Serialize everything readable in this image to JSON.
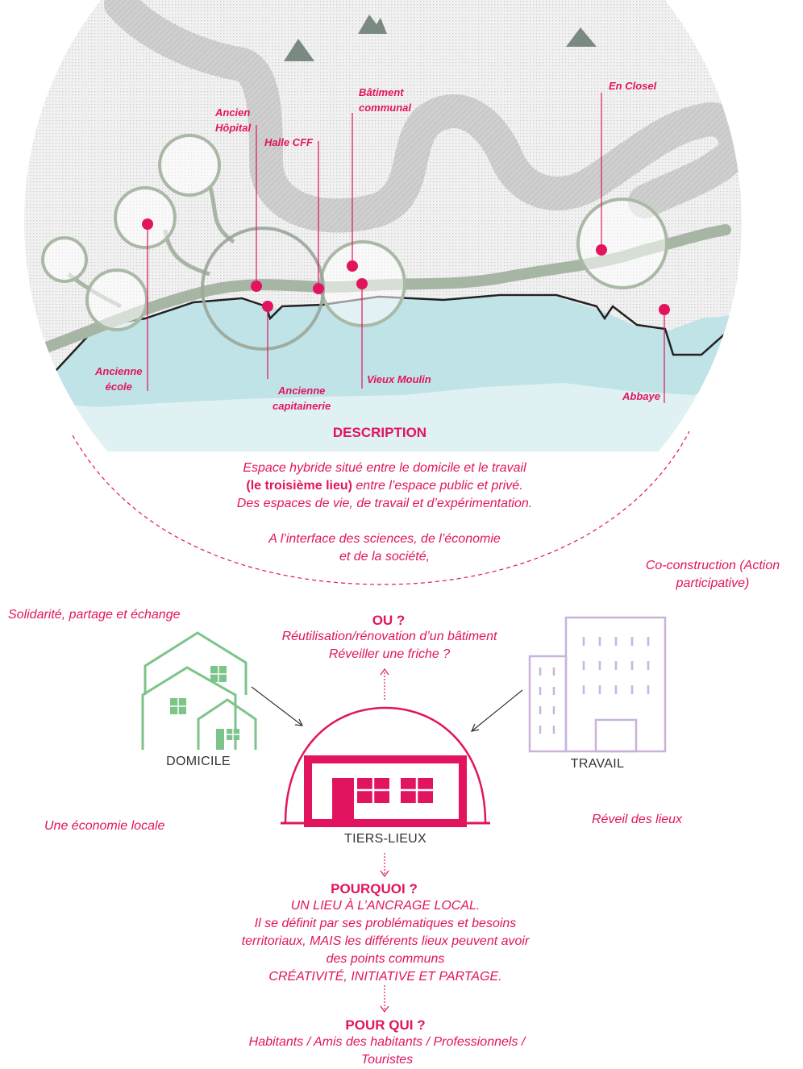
{
  "map": {
    "sites": [
      {
        "label": "Ancien Hôpital",
        "lines": [
          "Ancien",
          "Hôpital"
        ]
      },
      {
        "label": "Bâtiment communal",
        "lines": [
          "Bâtiment",
          "communal"
        ]
      },
      {
        "label": "Halle CFF",
        "lines": [
          "Halle CFF"
        ]
      },
      {
        "label": "En Closel",
        "lines": [
          "En Closel"
        ]
      },
      {
        "label": "Ancienne école",
        "lines": [
          "Ancienne",
          "école"
        ]
      },
      {
        "label": "Ancienne capitainerie",
        "lines": [
          "Ancienne",
          "capitainerie"
        ]
      },
      {
        "label": "Vieux Moulin",
        "lines": [
          "Vieux Moulin"
        ]
      },
      {
        "label": "Abbaye",
        "lines": [
          "Abbaye"
        ]
      }
    ]
  },
  "description": {
    "heading": "DESCRIPTION",
    "line1": "Espace hybride situé entre le domicile et le travail",
    "line2_bold": "(le troisième lieu)",
    "line2_rest": " entre l’espace public et privé.",
    "line3": "Des espaces de vie, de travail et d’expérimentation.",
    "line4": "A l’interface des sciences, de l’économie",
    "line5": "et de la société,"
  },
  "side_notes": {
    "co_construction_1": "Co-construction (Action",
    "co_construction_2": "participative)",
    "solidarite": "Solidarité, partage et échange",
    "economie": "Une économie locale",
    "reveil": "Réveil des lieux"
  },
  "ou": {
    "heading": "OU ?",
    "line1": "Réutilisation/rénovation d’un bâtiment",
    "line2": "Réveiller une friche ?"
  },
  "captions": {
    "domicile": "DOMICILE",
    "travail": "TRAVAIL",
    "tiers_lieux": "TIERS-LIEUX"
  },
  "pourquoi": {
    "heading": "POURQUOI ?",
    "line1": "UN LIEU À L’ANCRAGE LOCAL.",
    "line2": "Il se définit par ses problématiques et besoins",
    "line3": "territoriaux, MAIS les différents lieux peuvent avoir",
    "line4": "des points communs",
    "line5": "CRÉATIVITÉ, INITIATIVE ET PARTAGE."
  },
  "pour_qui": {
    "heading": "POUR QUI ?",
    "line1": "Habitants / Amis des habitants / Professionnels /",
    "line2": "Touristes"
  },
  "colors": {
    "accent": "#e2145f",
    "green": "#7cc48a",
    "purple": "#c9b3dc",
    "lake": "#bfe3e6",
    "road": "#a7b6a4",
    "river": "#c9c9c9"
  }
}
